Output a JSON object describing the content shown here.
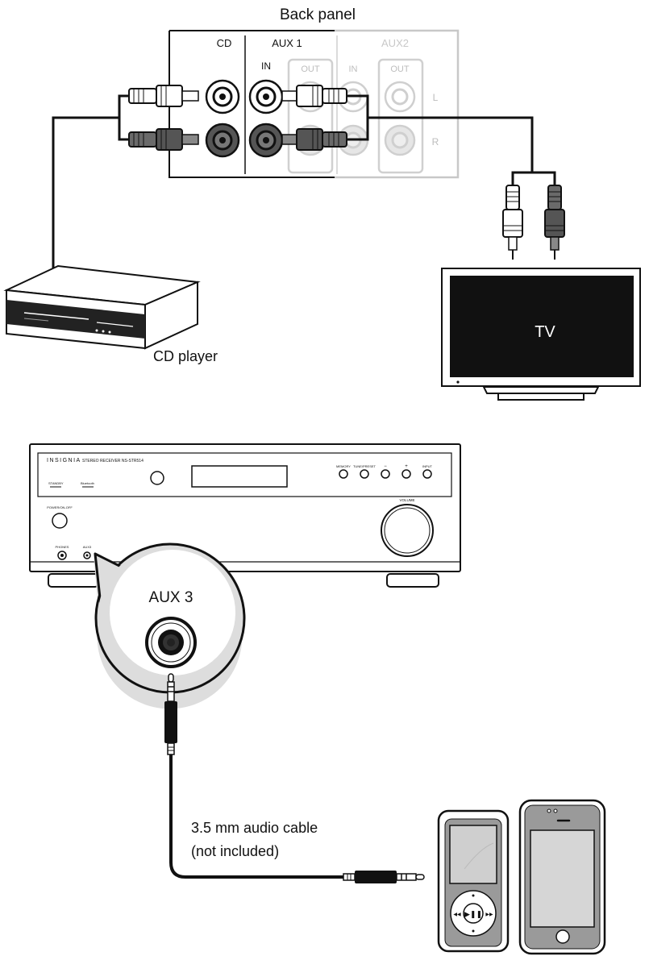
{
  "back_panel": {
    "title": "Back panel",
    "groups": {
      "cd": "CD",
      "aux1": "AUX 1",
      "aux2": "AUX2"
    },
    "jacks": {
      "aux1_in": "IN",
      "aux1_out": "OUT",
      "aux2_in": "IN",
      "aux2_out": "OUT"
    },
    "channels": {
      "left": "L",
      "right": "R"
    }
  },
  "devices": {
    "cd_player": "CD player",
    "tv_screen": "TV"
  },
  "receiver": {
    "brand": "INSIGNIA",
    "model": "STEREO RECEIVER NS-STR514",
    "indicators": {
      "standby": "STANDBY",
      "bluetooth": "Bluetooth"
    },
    "buttons": {
      "memory": "MEMORY",
      "tune_preset": "TUNE/PRESET",
      "minus": "−",
      "plus": "+",
      "input": "INPUT"
    },
    "power_label": "POWER/ON-OFF",
    "knob_label": "VOLUME",
    "phones_label": "PHONES",
    "aux_small": "AUX3"
  },
  "callout": {
    "label": "AUX 3"
  },
  "cable": {
    "line1": "3.5 mm audio cable",
    "line2": "(not included)"
  },
  "colors": {
    "ink": "#111111",
    "faded": "#c8c8c8",
    "jack_dark": "#555555",
    "screen": "#111111"
  }
}
